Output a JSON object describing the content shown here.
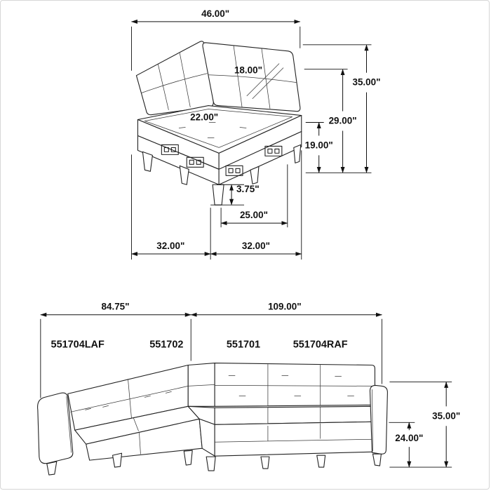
{
  "page": {
    "background": "#ffffff",
    "line_color": "#222222",
    "text_color": "#111111"
  },
  "corner_unit": {
    "labels": {
      "width_overall": "46.00\"",
      "back_cushion": "18.00\"",
      "seat_depth": "22.00\"",
      "height_overall": "35.00\"",
      "height_back": "29.00\"",
      "height_seat": "19.00\"",
      "height_leg": "3.75\"",
      "width_front_legs": "25.00\"",
      "width_base_left": "32.00\"",
      "width_base_right": "32.00\""
    }
  },
  "sectional": {
    "labels": {
      "width_left": "84.75\"",
      "width_right": "109.00\"",
      "height_overall": "35.00\"",
      "height_arm": "24.00\""
    },
    "skus": [
      "551704LAF",
      "551702",
      "551701",
      "551704RAF"
    ]
  }
}
